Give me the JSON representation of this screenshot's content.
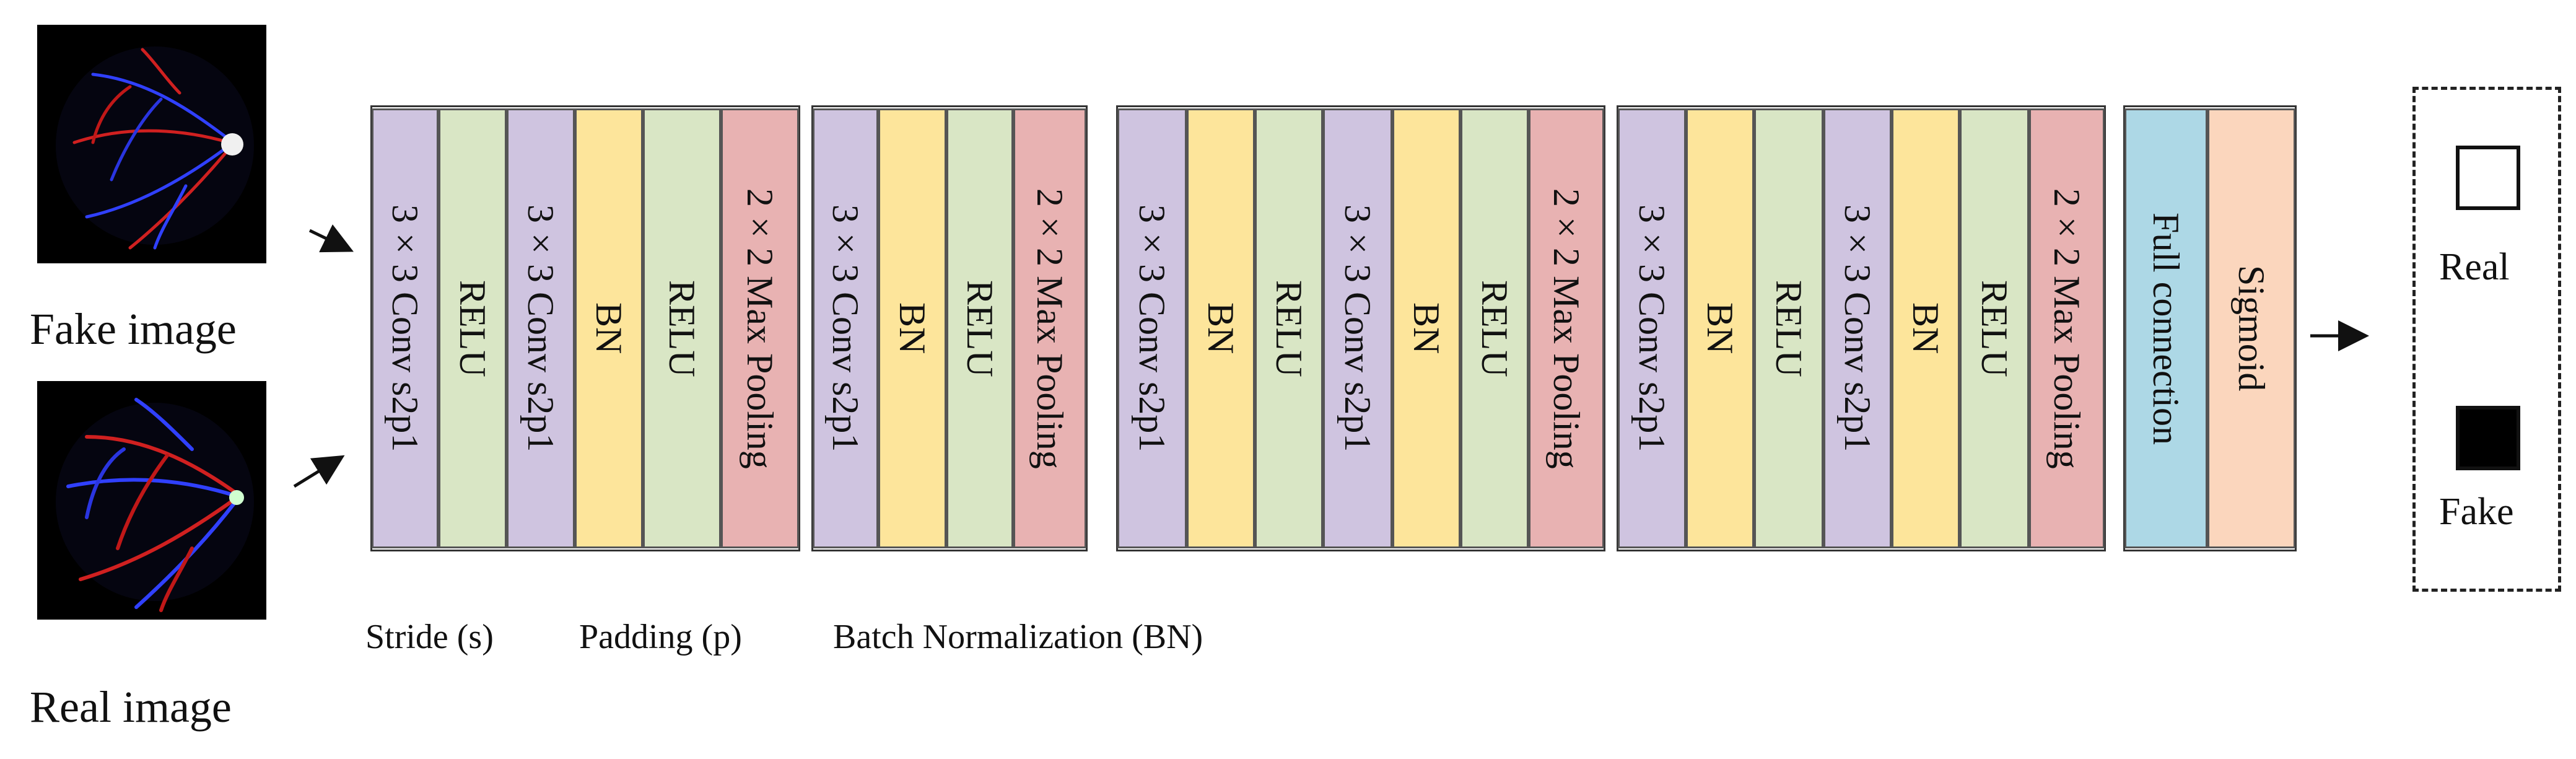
{
  "inputs": {
    "fake_caption": "Fake image",
    "real_caption": "Real image"
  },
  "legend": {
    "stride": "Stride (s)",
    "padding": "Padding (p)",
    "bn": "Batch Normalization (BN)"
  },
  "layer_colors": {
    "conv": "#cfc4e0",
    "relu": "#d9e6c5",
    "bn": "#fde59b",
    "pool": "#e8b2b2",
    "fc": "#add8e6",
    "sigmoid": "#fbd6bd"
  },
  "groups": [
    {
      "layers": [
        {
          "type": "conv",
          "label": "3×3 Conv s2p1"
        },
        {
          "type": "relu",
          "label": "RELU"
        },
        {
          "type": "conv",
          "label": "3×3 Conv s2p1"
        },
        {
          "type": "bn",
          "label": "BN"
        },
        {
          "type": "relu",
          "label": "RELU"
        },
        {
          "type": "pool",
          "label": "2×2 Max Pooling"
        }
      ]
    },
    {
      "layers": [
        {
          "type": "conv",
          "label": "3×3 Conv s2p1"
        },
        {
          "type": "bn",
          "label": "BN"
        },
        {
          "type": "relu",
          "label": "RELU"
        },
        {
          "type": "pool",
          "label": "2×2 Max Pooling"
        }
      ]
    },
    {
      "layers": [
        {
          "type": "conv",
          "label": "3×3 Conv s2p1"
        },
        {
          "type": "bn",
          "label": "BN"
        },
        {
          "type": "relu",
          "label": "RELU"
        },
        {
          "type": "conv",
          "label": "3×3 Conv s2p1"
        },
        {
          "type": "bn",
          "label": "BN"
        },
        {
          "type": "relu",
          "label": "RELU"
        },
        {
          "type": "pool",
          "label": "2×2 Max Pooling"
        }
      ]
    },
    {
      "layers": [
        {
          "type": "conv",
          "label": "3×3 Conv s2p1"
        },
        {
          "type": "bn",
          "label": "BN"
        },
        {
          "type": "relu",
          "label": "RELU"
        },
        {
          "type": "conv",
          "label": "3×3 Conv s2p1"
        },
        {
          "type": "bn",
          "label": "BN"
        },
        {
          "type": "relu",
          "label": "RELU"
        },
        {
          "type": "pool",
          "label": "2×2 Max Pooling"
        }
      ]
    },
    {
      "layers": [
        {
          "type": "fc",
          "label": "Full connection"
        },
        {
          "type": "sigmoid",
          "label": "Sigmoid"
        }
      ]
    }
  ],
  "output": {
    "real_label": "Real",
    "fake_label": "Fake"
  }
}
